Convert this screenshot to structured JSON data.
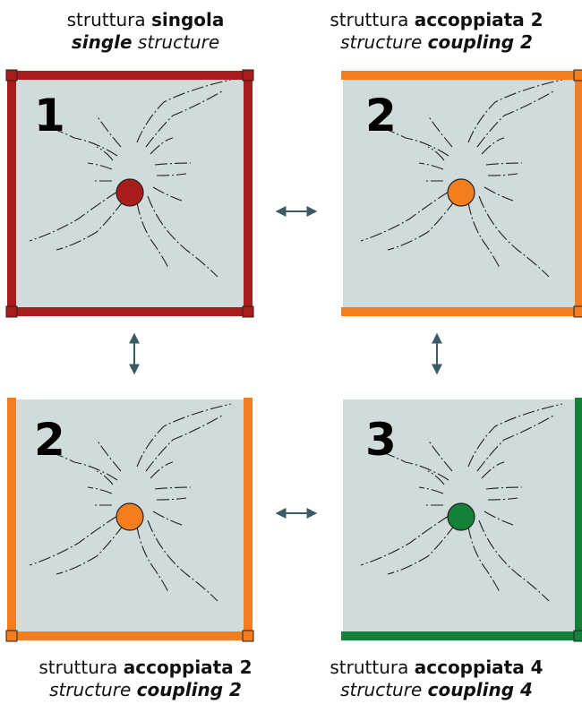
{
  "panels": [
    {
      "id": "tl",
      "number": "1",
      "caption": {
        "it_pre": "struttura ",
        "it_bold": "singola",
        "it_post": "",
        "en_bold": "single",
        "en_post": " structure"
      },
      "color": "#a81c1c",
      "edges": [
        "top",
        "bottom",
        "left",
        "right"
      ],
      "corners": [
        "tl",
        "tr",
        "bl",
        "br"
      ]
    },
    {
      "id": "tr",
      "number": "2",
      "caption": {
        "it_pre": "struttura ",
        "it_bold": "accoppiata 2",
        "it_post": "",
        "en_pre": "structure ",
        "en_bold": "coupling 2"
      },
      "color": "#f47d20",
      "edges": [
        "top",
        "bottom",
        "right"
      ],
      "corners": [
        "tr",
        "br"
      ]
    },
    {
      "id": "bl",
      "number": "2",
      "caption": {
        "it_pre": "struttura ",
        "it_bold": "accoppiata 2",
        "it_post": "",
        "en_pre": "structure ",
        "en_bold": "coupling 2"
      },
      "color": "#f47d20",
      "edges": [
        "left",
        "bottom",
        "right"
      ],
      "corners": [
        "bl",
        "br"
      ]
    },
    {
      "id": "br",
      "number": "3",
      "caption": {
        "it_pre": "struttura ",
        "it_bold": "accoppiata 4",
        "it_post": "",
        "en_pre": "structure ",
        "en_bold": "coupling 4"
      },
      "color": "#138138",
      "edges": [
        "bottom",
        "right"
      ],
      "corners": [
        "br"
      ]
    }
  ],
  "colors": {
    "plate": "#cfdcdb",
    "crack": "#222222",
    "arrow": "#3a5b66",
    "corner_stroke": "#222222"
  }
}
